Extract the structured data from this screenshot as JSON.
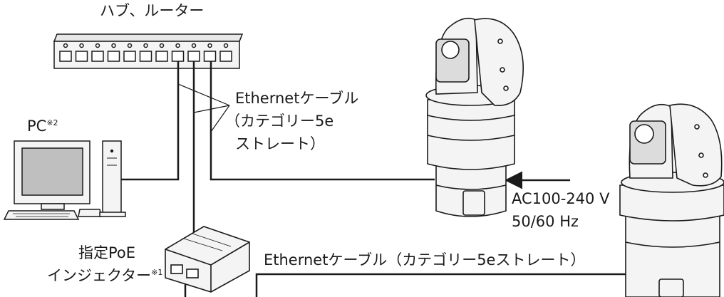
{
  "labels": {
    "hub_router": "ハブ、ルーター",
    "ethernet_cable_1": "Ethernetケーブル",
    "ethernet_cable_category": "（カテゴリー5e",
    "ethernet_cable_straight": "ストレート）",
    "pc": "PC",
    "pc_note": "※2",
    "ac_voltage": "AC100-240 V",
    "ac_frequency": "50/60 Hz",
    "poe_name": "指定PoE",
    "poe_injector": "インジェクター",
    "poe_note": "※1",
    "ethernet_cable_2": "Ethernetケーブル（カテゴリー5eストレート）"
  },
  "colors": {
    "line": "#1a1a1a",
    "device_fill": "#f4f4f4",
    "screen_fill": "#bfbfbf"
  }
}
